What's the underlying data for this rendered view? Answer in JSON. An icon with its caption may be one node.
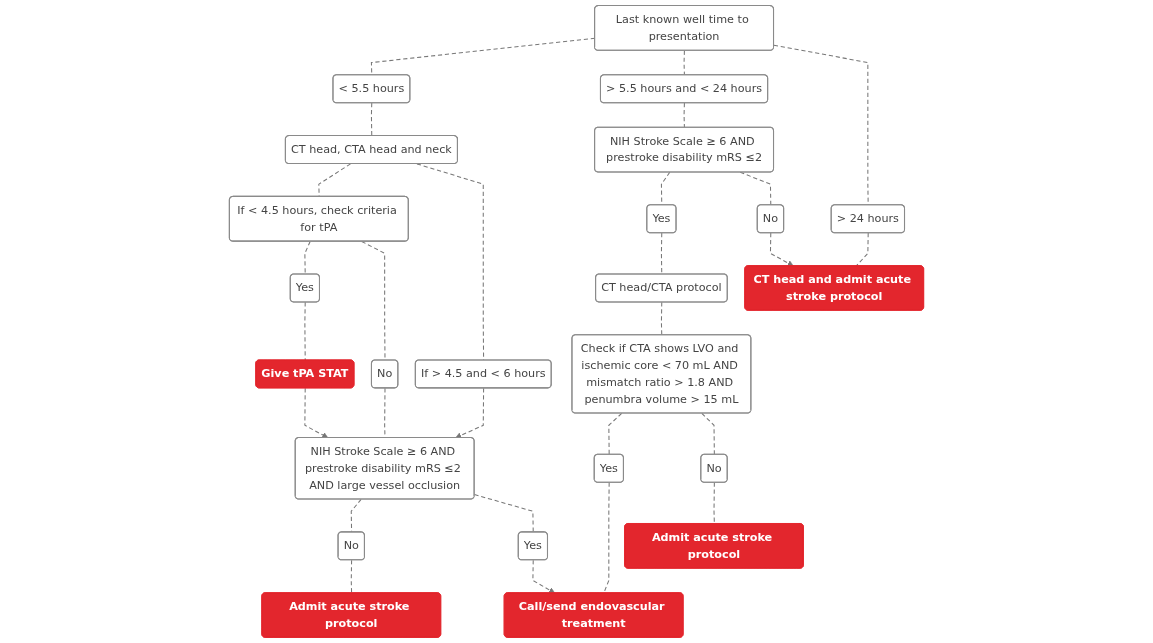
{
  "diagram": {
    "nodes": [
      {
        "text": [
          "Last known well time to presentation"
        ]
      },
      {
        "text": [
          "< 5.5 hours"
        ]
      },
      {
        "text": [
          "> 5.5 hours and < 24 hours"
        ]
      },
      {
        "text": [
          "> 24 hours"
        ]
      },
      {
        "text": [
          "CT head, CTA head and neck"
        ]
      },
      {
        "text": [
          "NIH Stroke Scale ≥ 6 AND prestroke disability mRS ≤2"
        ]
      },
      {
        "text": [
          "CT head and admit acute stroke protocol"
        ]
      },
      {
        "text": [
          "If < 4.5 hours, check criteria for tPA"
        ]
      },
      {
        "text": [
          "If > 4.5 and < 6 hours"
        ]
      },
      {
        "text": [
          "Yes"
        ]
      },
      {
        "text": [
          "No"
        ]
      },
      {
        "text": [
          "Yes"
        ]
      },
      {
        "text": [
          "No"
        ]
      },
      {
        "text": [
          "CT head/CTA protocol"
        ]
      },
      {
        "text": [
          "Give tPA STAT"
        ]
      },
      {
        "text": [
          "NIH Stroke Scale ≥ 6 AND prestroke disability mRS ≤2 AND large vessel occlusion"
        ]
      },
      {
        "text": [
          "Check if CTA shows LVO and ischemic core < 70 mL AND mismatch ratio > 1.8 AND penumbra volume > 15 mL"
        ]
      },
      {
        "text": [
          "No"
        ]
      },
      {
        "text": [
          "Yes"
        ]
      },
      {
        "text": [
          "Yes"
        ]
      },
      {
        "text": [
          "No"
        ]
      },
      {
        "text": [
          "Admit acute stroke protocol"
        ]
      },
      {
        "text": [
          "Call/send endovascular treatment"
        ]
      },
      {
        "text": [
          "Admit acute stroke protocol"
        ]
      }
    ],
    "edges": [
      {
        "from": 0,
        "to": 1,
        "arrow": "none",
        "style": "dashed"
      },
      {
        "from": 0,
        "to": 2,
        "arrow": "none",
        "style": "dashed"
      },
      {
        "from": 0,
        "to": 3,
        "arrow": "none",
        "style": "dashed"
      },
      {
        "from": 1,
        "to": 4,
        "arrow": "none",
        "style": "dashed"
      },
      {
        "from": 2,
        "to": 5,
        "arrow": "none",
        "style": "dashed"
      },
      {
        "from": 3,
        "to": 6,
        "arrow": "none",
        "style": "dashed"
      },
      {
        "from": 4,
        "to": 7,
        "arrow": "none",
        "style": "dashed"
      },
      {
        "from": 4,
        "to": 8,
        "arrow": "none",
        "style": "dashed"
      },
      {
        "from": 5,
        "to": 9,
        "arrow": "none",
        "style": "dashed"
      },
      {
        "from": 5,
        "to": 10,
        "arrow": "none",
        "style": "dashed"
      },
      {
        "from": 10,
        "to": 6,
        "arrow": "to",
        "style": "dashed"
      },
      {
        "from": 7,
        "to": 11,
        "arrow": "none",
        "style": "dashed"
      },
      {
        "from": 7,
        "to": 12,
        "arrow": "none",
        "style": "dashed"
      },
      {
        "from": 9,
        "to": 13,
        "arrow": "none",
        "style": "dashed"
      },
      {
        "from": 11,
        "to": 14,
        "arrow": "none",
        "style": "dashed"
      },
      {
        "from": 8,
        "to": 15,
        "arrow": "to",
        "style": "dashed"
      },
      {
        "from": 12,
        "to": 15,
        "arrow": "none",
        "style": "dashed"
      },
      {
        "from": 14,
        "to": 15,
        "arrow": "to",
        "style": "dashed"
      },
      {
        "from": 13,
        "to": 16,
        "arrow": "none",
        "style": "dashed"
      },
      {
        "from": 15,
        "to": 17,
        "arrow": "none",
        "style": "dashed"
      },
      {
        "from": 15,
        "to": 18,
        "arrow": "none",
        "style": "dashed"
      },
      {
        "from": 16,
        "to": 19,
        "arrow": "none",
        "style": "dashed"
      },
      {
        "from": 16,
        "to": 20,
        "arrow": "none",
        "style": "dashed"
      },
      {
        "from": 17,
        "to": 21,
        "arrow": "none",
        "style": "dashed"
      },
      {
        "from": 18,
        "to": 22,
        "arrow": "to",
        "style": "dashed"
      },
      {
        "from": 19,
        "to": 22,
        "arrow": "none",
        "style": "dashed"
      },
      {
        "from": 20,
        "to": 23,
        "arrow": "none",
        "style": "dashed"
      }
    ]
  }
}
